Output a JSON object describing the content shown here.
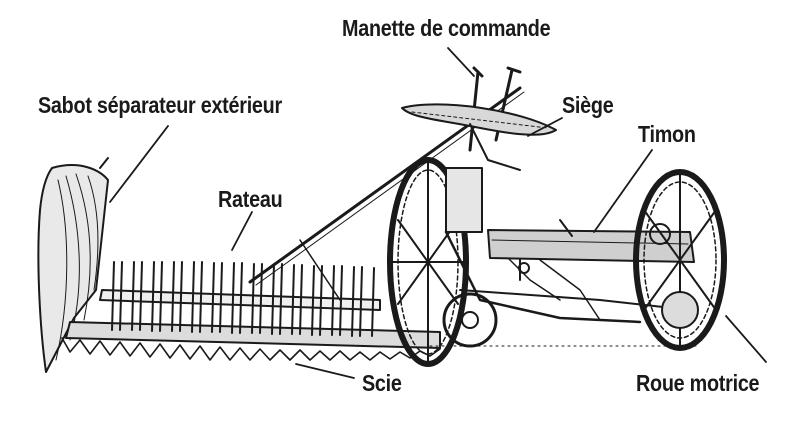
{
  "title": "",
  "labels": {
    "manette": "Manette de commande",
    "sabot": "Sabot séparateur extérieur",
    "siege": "Siège",
    "timon": "Timon",
    "rateau": "Rateau",
    "scie": "Scie",
    "roue": "Roue motrice"
  },
  "colors": {
    "ink": "#1a1a1a",
    "background": "#ffffff"
  }
}
